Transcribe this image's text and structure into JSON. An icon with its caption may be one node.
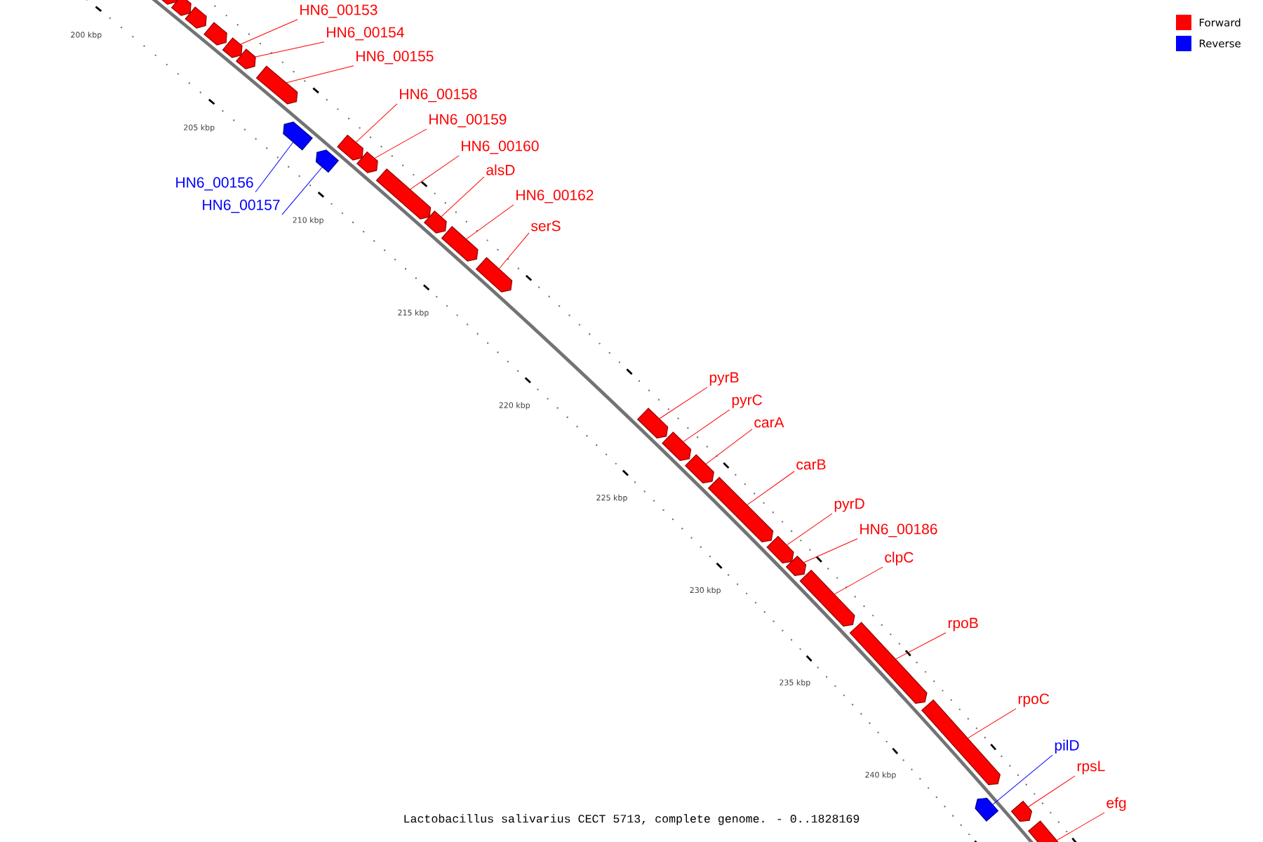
{
  "diagram": {
    "caption": "Lactobacillus salivarius CECT 5713, complete genome. - 0..1828169",
    "nodes": [
      {
        "text": [],
        "shape": "box"
      },
      {
        "text": [],
        "shape": "box"
      },
      {
        "text": [],
        "shape": "box"
      },
      {
        "text": [],
        "shape": "box"
      },
      {
        "text": [
          "HN6_00153"
        ]
      },
      {
        "text": [],
        "shape": "box"
      },
      {
        "text": [
          "HN6_00154"
        ]
      },
      {
        "text": [],
        "shape": "box"
      },
      {
        "text": [
          "HN6_00155"
        ]
      },
      {
        "text": [],
        "shape": "box"
      },
      {
        "text": [
          "HN6_00156"
        ]
      },
      {
        "text": [],
        "shape": "box"
      },
      {
        "text": [
          "HN6_00157"
        ]
      },
      {
        "text": [],
        "shape": "box"
      },
      {
        "text": [
          "HN6_00158"
        ]
      },
      {
        "text": [],
        "shape": "box"
      },
      {
        "text": [
          "HN6_00159"
        ]
      },
      {
        "text": [],
        "shape": "box"
      },
      {
        "text": [
          "HN6_00160"
        ]
      },
      {
        "text": [],
        "shape": "box"
      },
      {
        "text": [
          "alsD"
        ]
      },
      {
        "text": [],
        "shape": "box"
      },
      {
        "text": [
          "HN6_00162"
        ]
      },
      {
        "text": [],
        "shape": "box"
      },
      {
        "text": [
          "serS"
        ]
      },
      {
        "text": [],
        "shape": "box"
      },
      {
        "text": [
          "pyrB"
        ]
      },
      {
        "text": [],
        "shape": "box"
      },
      {
        "text": [
          "pyrC"
        ]
      },
      {
        "text": [],
        "shape": "box"
      },
      {
        "text": [
          "carA"
        ]
      },
      {
        "text": [],
        "shape": "box"
      },
      {
        "text": [
          "carB"
        ]
      },
      {
        "text": [],
        "shape": "box"
      },
      {
        "text": [
          "pyrD"
        ]
      },
      {
        "text": [],
        "shape": "box"
      },
      {
        "text": [
          "HN6_00186"
        ]
      },
      {
        "text": [],
        "shape": "box"
      },
      {
        "text": [
          "clpC"
        ]
      },
      {
        "text": [],
        "shape": "box"
      },
      {
        "text": [
          "rpoB"
        ]
      },
      {
        "text": [],
        "shape": "box"
      },
      {
        "text": [
          "rpoC"
        ]
      },
      {
        "text": [],
        "shape": "box"
      },
      {
        "text": [
          "pilD"
        ]
      },
      {
        "text": [],
        "shape": "box"
      },
      {
        "text": [
          "rpsL"
        ]
      },
      {
        "text": [],
        "shape": "box"
      },
      {
        "text": [
          "efg"
        ]
      },
      {
        "text": [],
        "shape": "box"
      }
    ],
    "edges": [
      {
        "from": 4,
        "to": 5,
        "arrow": "none"
      },
      {
        "from": 6,
        "to": 7,
        "arrow": "none"
      },
      {
        "from": 8,
        "to": 9,
        "arrow": "none"
      },
      {
        "from": 10,
        "to": 11,
        "arrow": "none",
        "color": "#0000ff"
      },
      {
        "from": 12,
        "to": 13,
        "arrow": "none",
        "color": "#0000ff"
      },
      {
        "from": 14,
        "to": 15,
        "arrow": "none"
      },
      {
        "from": 16,
        "to": 17,
        "arrow": "none"
      },
      {
        "from": 18,
        "to": 19,
        "arrow": "none"
      },
      {
        "from": 20,
        "to": 21,
        "arrow": "none"
      },
      {
        "from": 22,
        "to": 23,
        "arrow": "none"
      },
      {
        "from": 24,
        "to": 25,
        "arrow": "none"
      },
      {
        "from": 26,
        "to": 27,
        "arrow": "none"
      },
      {
        "from": 28,
        "to": 29,
        "arrow": "none"
      },
      {
        "from": 30,
        "to": 31,
        "arrow": "none"
      },
      {
        "from": 32,
        "to": 33,
        "arrow": "none"
      },
      {
        "from": 34,
        "to": 35,
        "arrow": "none"
      },
      {
        "from": 36,
        "to": 37,
        "arrow": "none"
      },
      {
        "from": 38,
        "to": 39,
        "arrow": "none"
      },
      {
        "from": 40,
        "to": 41,
        "arrow": "none"
      },
      {
        "from": 42,
        "to": 43,
        "arrow": "none"
      },
      {
        "from": 44,
        "to": 45,
        "arrow": "none",
        "color": "#0000ff"
      },
      {
        "from": 46,
        "to": 47,
        "arrow": "none"
      },
      {
        "from": 48,
        "to": 49,
        "arrow": "none"
      }
    ],
    "labels": [
      "200 kbp",
      "205 kbp",
      "210 kbp",
      "215 kbp",
      "220 kbp",
      "225 kbp",
      "230 kbp",
      "235 kbp",
      "240 kbp"
    ],
    "legend": [
      {
        "text": "Forward",
        "color": "#ff0000"
      },
      {
        "text": "Reverse",
        "color": "#0000ff"
      }
    ]
  }
}
